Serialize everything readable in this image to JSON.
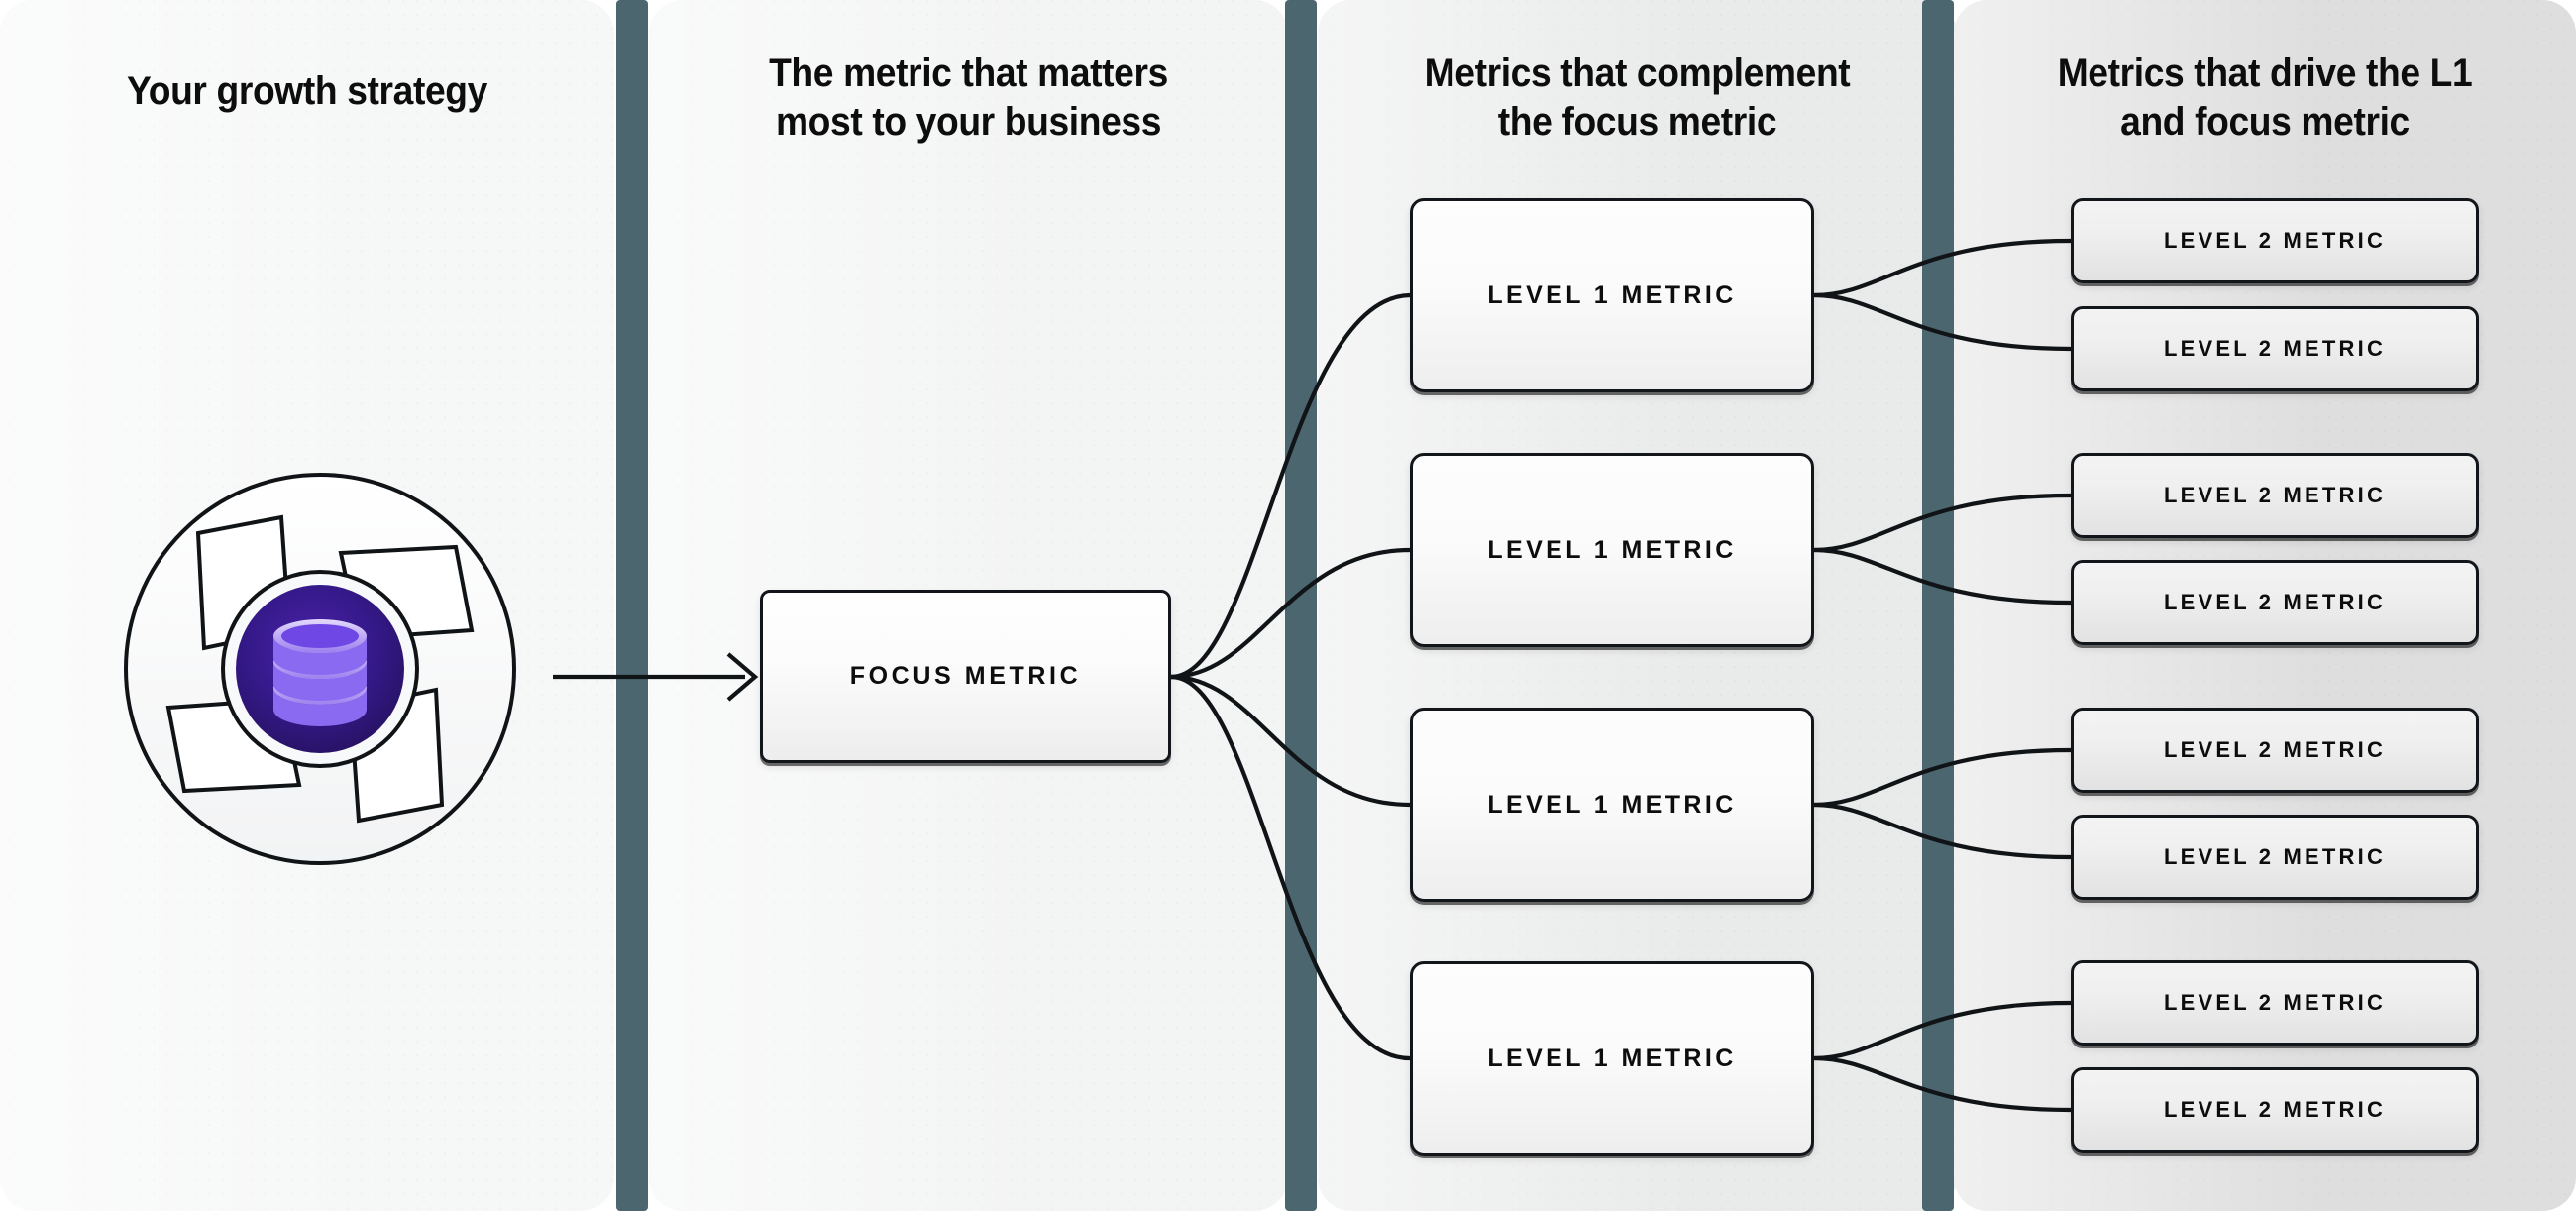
{
  "diagram": {
    "title": "Growth strategy metric tree",
    "columns": [
      {
        "id": "strategy",
        "heading": "Your growth strategy"
      },
      {
        "id": "focus",
        "heading": "The metric that matters\nmost to your business"
      },
      {
        "id": "level1",
        "heading": "Metrics that complement\nthe focus metric"
      },
      {
        "id": "level2",
        "heading": "Metrics that drive the L1\nand focus metric"
      }
    ],
    "emblem": {
      "name": "database-strategy-emblem",
      "outer_ring_color": "#ffffff",
      "outer_ring_stroke": "#111417",
      "core_color_dark": "#2a1365",
      "core_color_light": "#4b22a8",
      "database_icon_color": "#b39bf5",
      "database_icon_accent": "#7c53f0"
    },
    "focus_metric": {
      "label": "FOCUS METRIC"
    },
    "level1_metrics": [
      {
        "label": "LEVEL 1 METRIC"
      },
      {
        "label": "LEVEL 1 METRIC"
      },
      {
        "label": "LEVEL 1 METRIC"
      },
      {
        "label": "LEVEL 1 METRIC"
      }
    ],
    "level2_metrics": [
      {
        "label": "LEVEL 2 METRIC"
      },
      {
        "label": "LEVEL 2 METRIC"
      },
      {
        "label": "LEVEL 2 METRIC"
      },
      {
        "label": "LEVEL 2 METRIC"
      },
      {
        "label": "LEVEL 2 METRIC"
      },
      {
        "label": "LEVEL 2 METRIC"
      },
      {
        "label": "LEVEL 2 METRIC"
      },
      {
        "label": "LEVEL 2 METRIC"
      }
    ],
    "colors": {
      "divider": "#4c6670",
      "panel_1": "#f6f7f7",
      "panel_2": "#f3f4f4",
      "panel_3": "#e9eaea",
      "panel_4": "#dededf",
      "node_border": "#12161a",
      "text": "#0d0d0d"
    }
  }
}
